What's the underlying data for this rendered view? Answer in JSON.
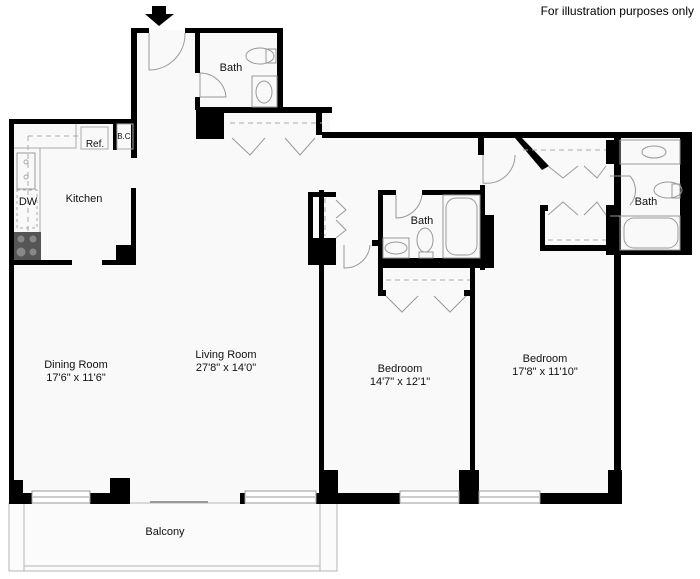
{
  "disclaimer": "For illustration purposes only",
  "entry_marker": "entry-arrow",
  "rooms": {
    "kitchen": {
      "name": "Kitchen"
    },
    "dining": {
      "name": "Dining Room",
      "dims": "17'6\" x 11'6\""
    },
    "living": {
      "name": "Living Room",
      "dims": "27'8\" x 14'0\""
    },
    "bedroom1": {
      "name": "Bedroom",
      "dims": "14'7\" x 12'1\""
    },
    "bedroom2": {
      "name": "Bedroom",
      "dims": "17'8\" x 11'10\""
    },
    "bath_entry": {
      "name": "Bath"
    },
    "bath_center": {
      "name": "Bath"
    },
    "bath_master": {
      "name": "Bath"
    },
    "balcony": {
      "name": "Balcony"
    }
  },
  "fixtures": {
    "refrigerator": "Ref.",
    "broom_closet": "B.C.",
    "dishwasher": "DW"
  },
  "colors": {
    "wall": "#000000",
    "floor": "#f9f9f9",
    "fixture_line": "#9a9a9a",
    "stove": "#555555"
  }
}
